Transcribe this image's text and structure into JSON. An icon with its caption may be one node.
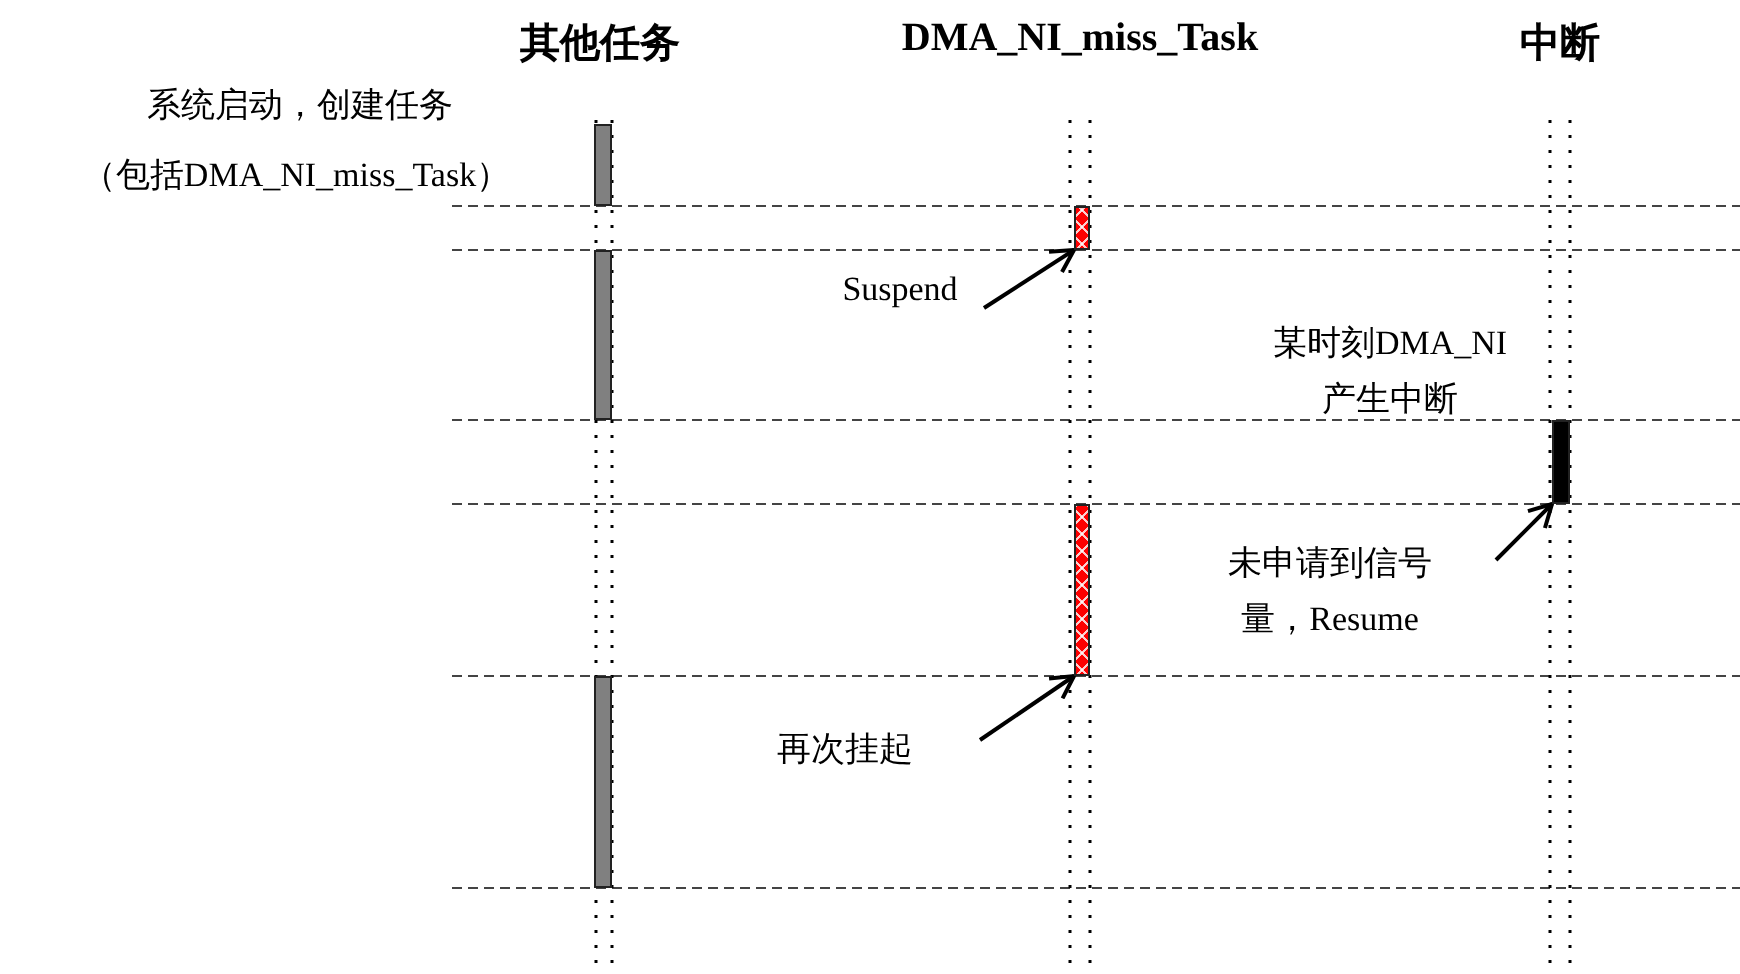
{
  "diagram": {
    "nodes": [
      {
        "text": [],
        "shape": "bar"
      },
      {
        "text": [],
        "shape": "bar"
      },
      {
        "text": [
          "Suspend"
        ]
      },
      {
        "text": [],
        "shape": "bar"
      },
      {
        "text": [],
        "shape": "bar"
      },
      {
        "text": [],
        "shape": "bar"
      },
      {
        "text": [
          "未申请到信号量，Resume"
        ]
      },
      {
        "text": [],
        "shape": "bar"
      },
      {
        "text": [
          "再次挂起"
        ]
      }
    ],
    "edges": [
      {
        "from": 2,
        "to": 1,
        "arrow": "to"
      },
      {
        "from": 6,
        "to": 4,
        "arrow": "to"
      },
      {
        "from": 8,
        "to": 5,
        "arrow": "to"
      }
    ],
    "labels": [
      "其他任务",
      "DMA_NI_miss_Task",
      "中断",
      "系统启动，创建任务",
      "（包括DMA_NI_miss_Task）",
      "某时刻DMA_NI产生中断"
    ]
  }
}
